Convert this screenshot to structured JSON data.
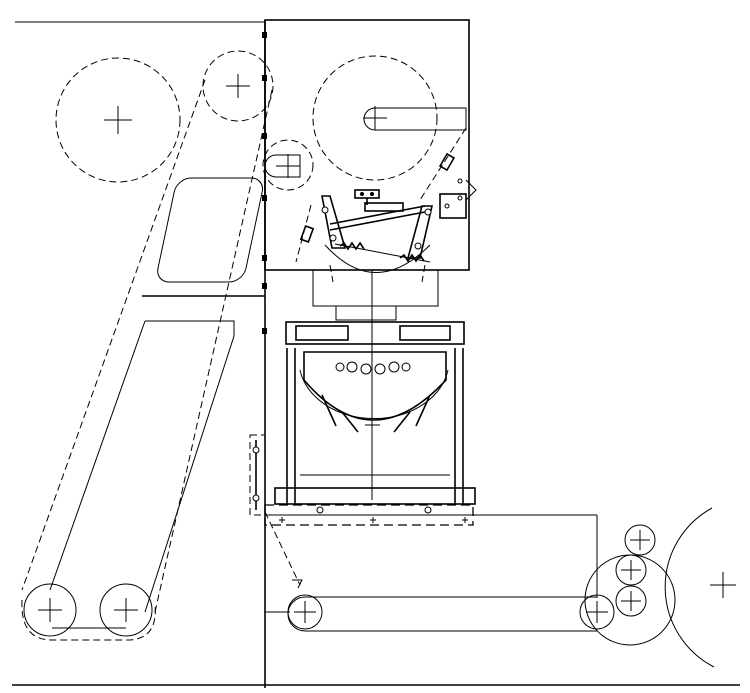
{
  "drawing": {
    "colors": {
      "line": "#000000",
      "background": "#ffffff"
    },
    "components": [
      "feed-conveyor",
      "large-reel",
      "guide-roller",
      "upper-cabinet",
      "tension-reel",
      "linkage-assembly",
      "mixing-drum",
      "support-frame",
      "output-conveyor",
      "roller-cluster"
    ]
  }
}
